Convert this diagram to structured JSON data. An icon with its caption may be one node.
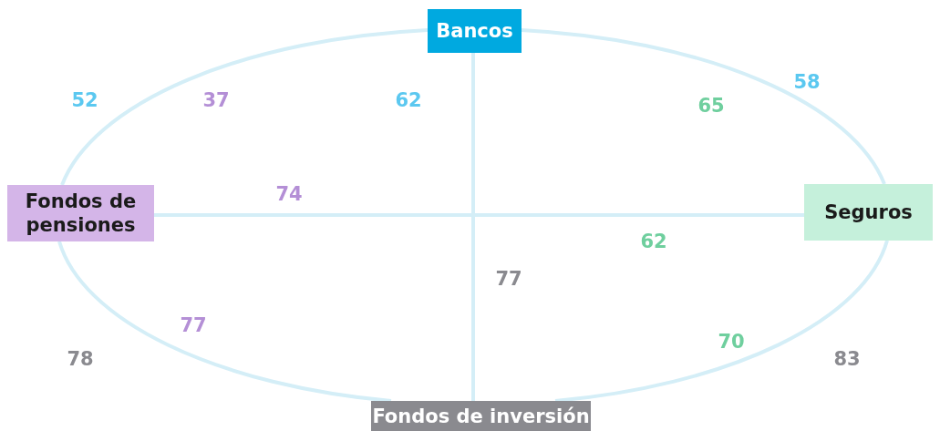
{
  "diagram": {
    "nodes": [
      {
        "text": [
          "Bancos"
        ]
      },
      {
        "text": [
          "Fondos de pensiones"
        ]
      },
      {
        "text": [
          "Seguros"
        ]
      },
      {
        "text": [
          "Fondos de inversión"
        ]
      }
    ],
    "edges": [
      {
        "from": 0,
        "to": 1,
        "arrow": "none"
      },
      {
        "from": 0,
        "to": 2,
        "arrow": "none"
      },
      {
        "from": 0,
        "to": 3,
        "arrow": "none"
      },
      {
        "from": 1,
        "to": 2,
        "arrow": "none"
      },
      {
        "from": 1,
        "to": 3,
        "arrow": "none"
      },
      {
        "from": 2,
        "to": 3,
        "arrow": "none"
      }
    ],
    "labels": [
      "58",
      "52",
      "37",
      "62",
      "65",
      "74",
      "62",
      "77",
      "77",
      "70",
      "78",
      "83"
    ]
  }
}
